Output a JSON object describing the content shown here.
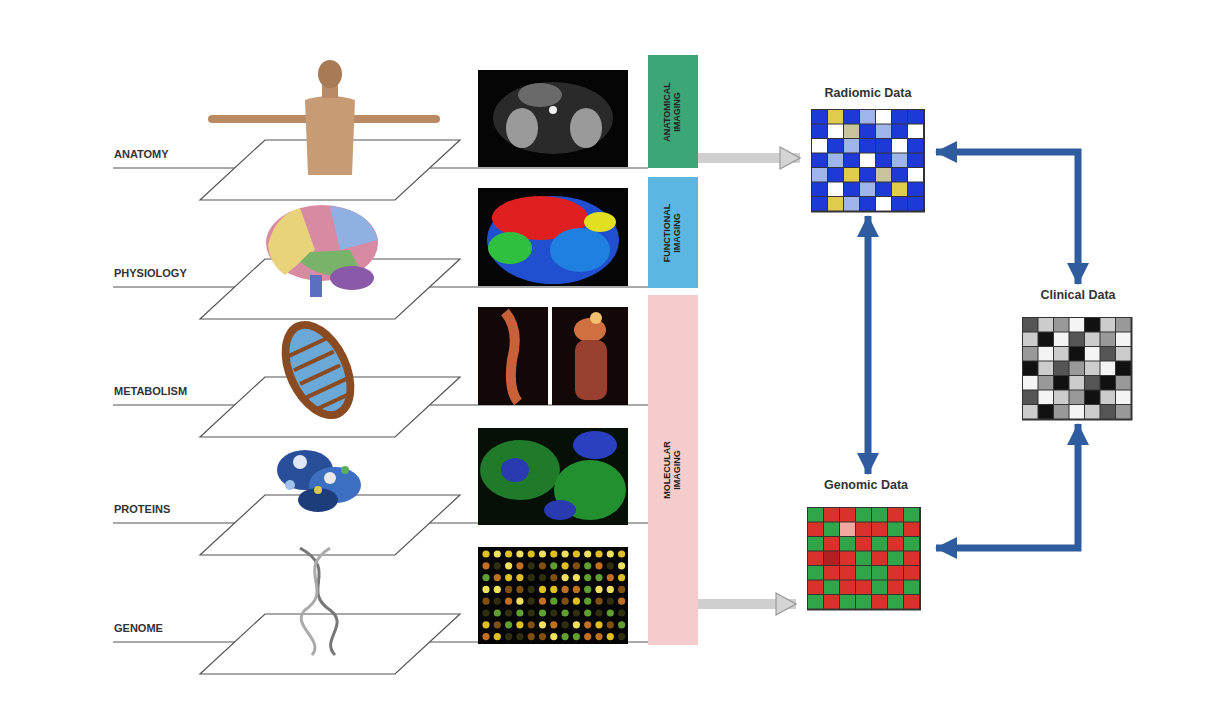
{
  "diagram": {
    "nodes": [
      {
        "text": [
          "ANATOMICAL IMAGING"
        ]
      },
      {
        "text": [
          "FUNCTIONAL IMAGING"
        ]
      },
      {
        "text": [
          "MOLECULAR IMAGING"
        ]
      },
      {
        "text": [
          "Radiomic Data"
        ]
      },
      {
        "text": [
          "Clinical Data"
        ]
      },
      {
        "text": [
          "Genomic Data"
        ]
      }
    ],
    "edges": [
      {
        "from": 0,
        "to": 3,
        "arrow": "to"
      },
      {
        "from": 2,
        "to": 5,
        "arrow": "to"
      },
      {
        "from": 3,
        "to": 5,
        "arrow": "both"
      },
      {
        "from": 4,
        "to": 3,
        "arrow": "both"
      },
      {
        "from": 5,
        "to": 4,
        "arrow": "both"
      }
    ],
    "labels": [
      "ANATOMY",
      "PHYSIOLOGY",
      "METABOLISM",
      "PROTEINS",
      "GENOME"
    ]
  }
}
